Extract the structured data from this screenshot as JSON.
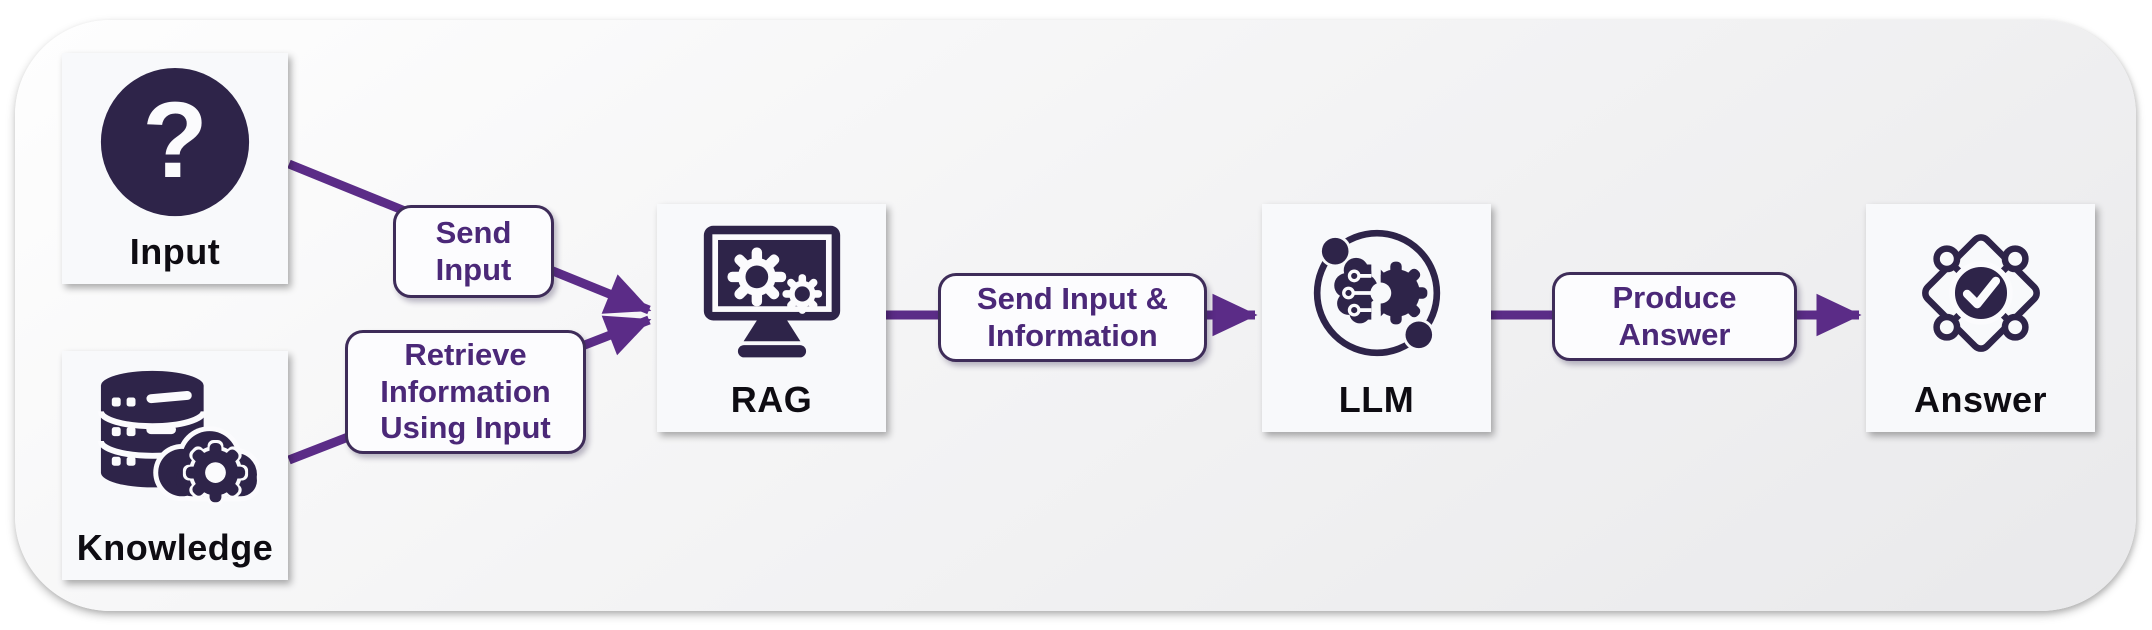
{
  "diagram": {
    "nodes": [
      {
        "id": "input",
        "label": "Input",
        "icon": "question-mark-icon"
      },
      {
        "id": "knowledge",
        "label": "Knowledge",
        "icon": "database-gear-icon"
      },
      {
        "id": "rag",
        "label": "RAG",
        "icon": "monitor-gears-icon"
      },
      {
        "id": "llm",
        "label": "LLM",
        "icon": "brain-chip-gear-icon"
      },
      {
        "id": "answer",
        "label": "Answer",
        "icon": "puzzle-check-icon"
      }
    ],
    "edges": [
      {
        "from": "Input",
        "to": "RAG",
        "label": "Send Input"
      },
      {
        "from": "Knowledge",
        "to": "RAG",
        "label": "Retrieve Information Using Input"
      },
      {
        "from": "RAG",
        "to": "LLM",
        "label": "Send Input & Information"
      },
      {
        "from": "LLM",
        "to": "Answer",
        "label": "Produce Answer"
      }
    ],
    "icons": {
      "question_glyph": "?"
    },
    "colors": {
      "icon_dark": "#2e2449",
      "arrow_purple": "#5b2c87",
      "edge_label_text": "#4b2878",
      "edge_label_border": "#3e2c59",
      "node_background": "#f8f9fb",
      "container_gradient_start": "#fefefe",
      "container_gradient_end": "#e9e9eb",
      "node_label_text": "#0e0c12"
    }
  }
}
